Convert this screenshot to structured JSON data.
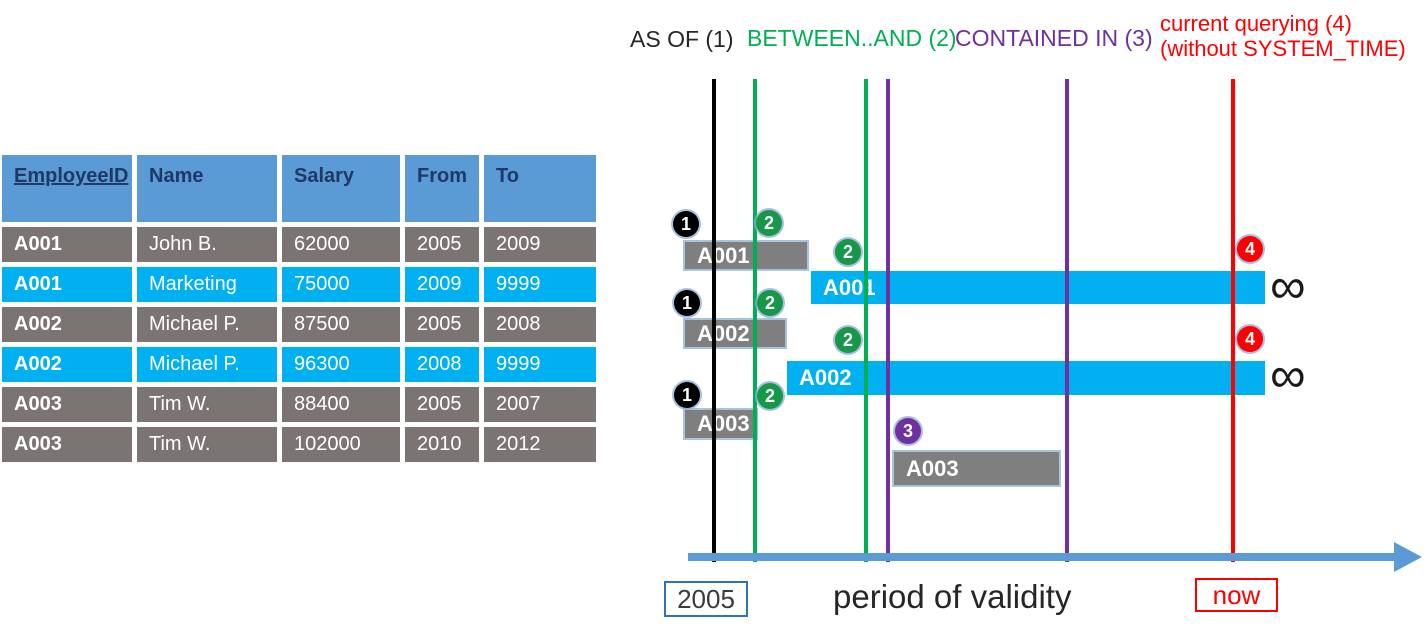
{
  "table": {
    "headers": [
      "EmployeeID",
      "Name",
      "Salary",
      "From",
      "To"
    ],
    "rows": [
      {
        "cells": [
          "A001",
          "John B.",
          "62000",
          "2005",
          "2009"
        ],
        "highlight": false
      },
      {
        "cells": [
          "A001",
          "Marketing",
          "75000",
          "2009",
          "9999"
        ],
        "highlight": true
      },
      {
        "cells": [
          "A002",
          "Michael P.",
          "87500",
          "2005",
          "2008"
        ],
        "highlight": false
      },
      {
        "cells": [
          "A002",
          "Michael P.",
          "96300",
          "2008",
          "9999"
        ],
        "highlight": true
      },
      {
        "cells": [
          "A003",
          "Tim W.",
          "88400",
          "2005",
          "2007"
        ],
        "highlight": false
      },
      {
        "cells": [
          "A003",
          "Tim W.",
          "102000",
          "2010",
          "2012"
        ],
        "highlight": false
      }
    ]
  },
  "legend": {
    "as_of": "AS OF (1)",
    "between_and": "BETWEEN..AND (2)",
    "contained_in": "CONTAINED IN (3)",
    "current_line1": "current querying (4)",
    "current_line2": "(without SYSTEM_TIME)"
  },
  "diagram": {
    "bars": [
      {
        "label": "A001",
        "style": "gray"
      },
      {
        "label": "A001",
        "style": "cyan",
        "open_ended": true
      },
      {
        "label": "A002",
        "style": "gray"
      },
      {
        "label": "A002",
        "style": "cyan",
        "open_ended": true
      },
      {
        "label": "A003",
        "style": "gray"
      },
      {
        "label": "A003",
        "style": "gray"
      }
    ],
    "markers": [
      {
        "n": "1"
      },
      {
        "n": "2"
      },
      {
        "n": "2"
      },
      {
        "n": "1"
      },
      {
        "n": "2"
      },
      {
        "n": "2"
      },
      {
        "n": "1"
      },
      {
        "n": "2"
      },
      {
        "n": "3"
      },
      {
        "n": "4"
      },
      {
        "n": "4"
      }
    ],
    "infinity": "∞",
    "axis": {
      "start_label": "2005",
      "label": "period of validity",
      "end_label": "now"
    }
  },
  "colors": {
    "as_of_black": "#262626",
    "between_green": "#00B050",
    "contained_purple": "#7030A0",
    "current_red": "#FF0000",
    "bar_gray": "#7F7F7F",
    "bar_cyan": "#00B0F0",
    "axis_blue": "#5B9BD5",
    "table_header_blue": "#5B9BD5",
    "table_header_text": "#1F3864",
    "table_row_gray": "#7A7573"
  }
}
